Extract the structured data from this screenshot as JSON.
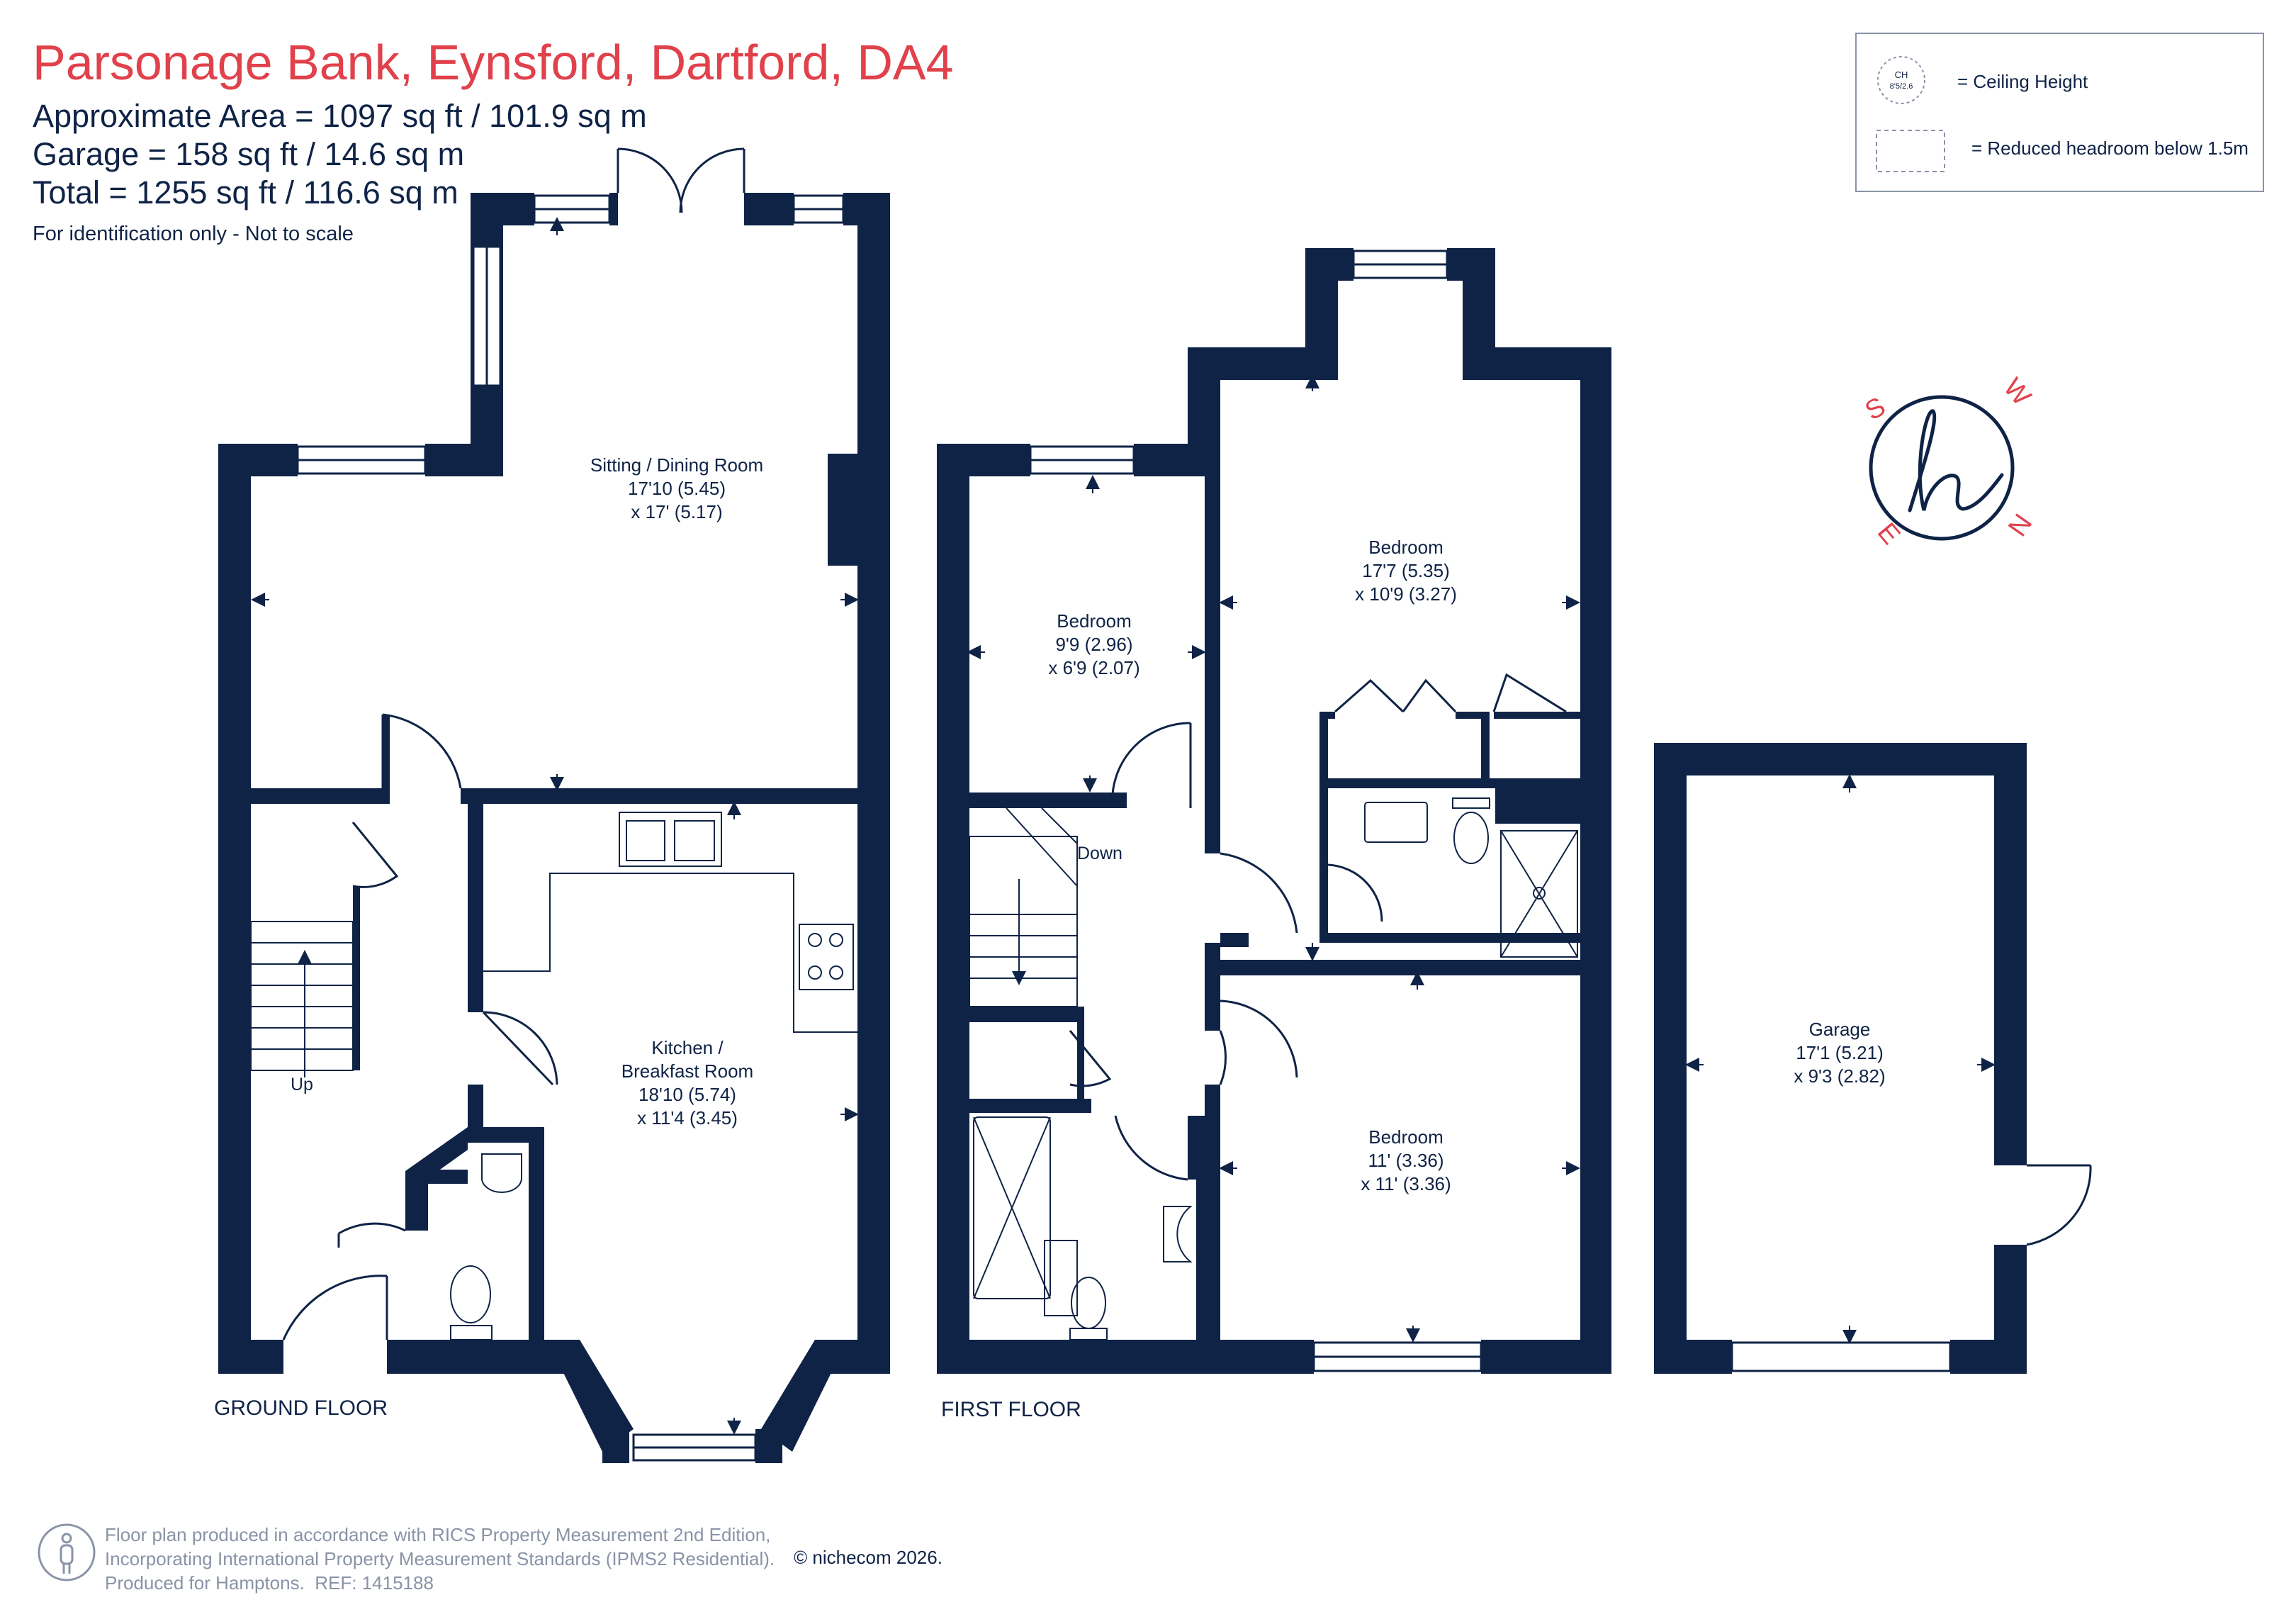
{
  "header": {
    "title": "Parsonage Bank, Eynsford, Dartford, DA4",
    "area": "Approximate Area = 1097 sq ft / 101.9 sq m",
    "garage": "Garage = 158 sq ft / 14.6 sq m",
    "total": "Total = 1255 sq ft / 116.6 sq m",
    "note": "For identification only - Not to scale"
  },
  "legend": {
    "ceiling_symbol_top": "CH",
    "ceiling_symbol_bottom": "8'5/2.6",
    "ceiling_label": "= Ceiling Height",
    "reduced_label": "= Reduced headroom below 1.5m"
  },
  "compass": {
    "s": "S",
    "w": "W",
    "n": "N",
    "e": "E"
  },
  "floors": {
    "ground": "GROUND FLOOR",
    "first": "FIRST FLOOR"
  },
  "rooms": {
    "sitting": {
      "name": "Sitting / Dining Room",
      "dim1": "17'10 (5.45)",
      "dim2": "x 17' (5.17)"
    },
    "kitchen": {
      "name1": "Kitchen /",
      "name2": "Breakfast Room",
      "dim1": "18'10 (5.74)",
      "dim2": "x 11'4 (3.45)"
    },
    "bedroom_small": {
      "name": "Bedroom",
      "dim1": "9'9 (2.96)",
      "dim2": "x 6'9 (2.07)"
    },
    "bedroom_main": {
      "name": "Bedroom",
      "dim1": "17'7 (5.35)",
      "dim2": "x 10'9 (3.27)"
    },
    "bedroom_third": {
      "name": "Bedroom",
      "dim1": "11' (3.36)",
      "dim2": "x 11' (3.36)"
    },
    "garage": {
      "name": "Garage",
      "dim1": "17'1 (5.21)",
      "dim2": "x 9'3 (2.82)"
    }
  },
  "stairs": {
    "up": "Up",
    "down": "Down"
  },
  "footer": {
    "line1": "Floor plan produced in accordance with RICS Property Measurement 2nd Edition,",
    "line2": "Incorporating International Property Measurement Standards (IPMS2 Residential).",
    "line3a": "Produced for Hamptons.",
    "line3b": "REF: 1415188",
    "brand": "© nichecom 2026."
  },
  "colors": {
    "wall": "#0f2346",
    "title": "#e0414b",
    "footer_text": "#8a93a6"
  }
}
